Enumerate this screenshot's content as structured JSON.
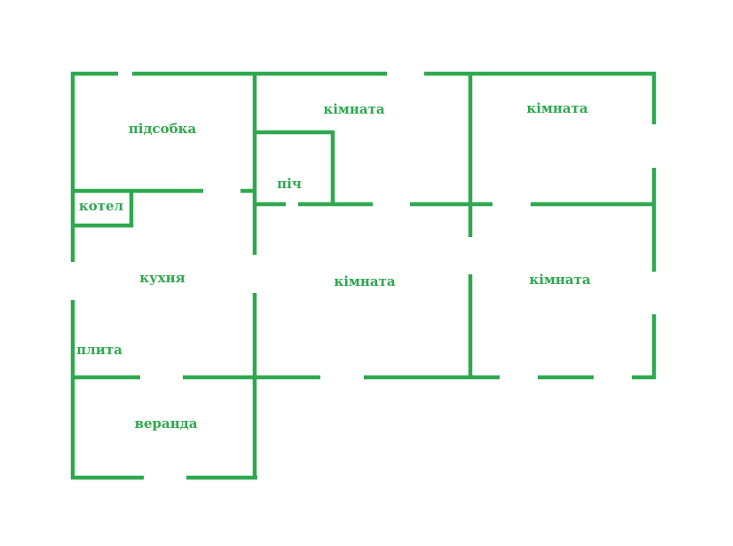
{
  "colors": {
    "wall": "#2fa84f",
    "background": "#ffffff"
  },
  "rooms": {
    "storeroom": "підсобка",
    "boiler": "котел",
    "kitchen": "кухня",
    "stove": "плита",
    "veranda": "веранда",
    "furnace": "піч",
    "room_top_middle": "кімната",
    "room_top_right": "кімната",
    "room_middle": "кімната",
    "room_right": "кімната"
  }
}
